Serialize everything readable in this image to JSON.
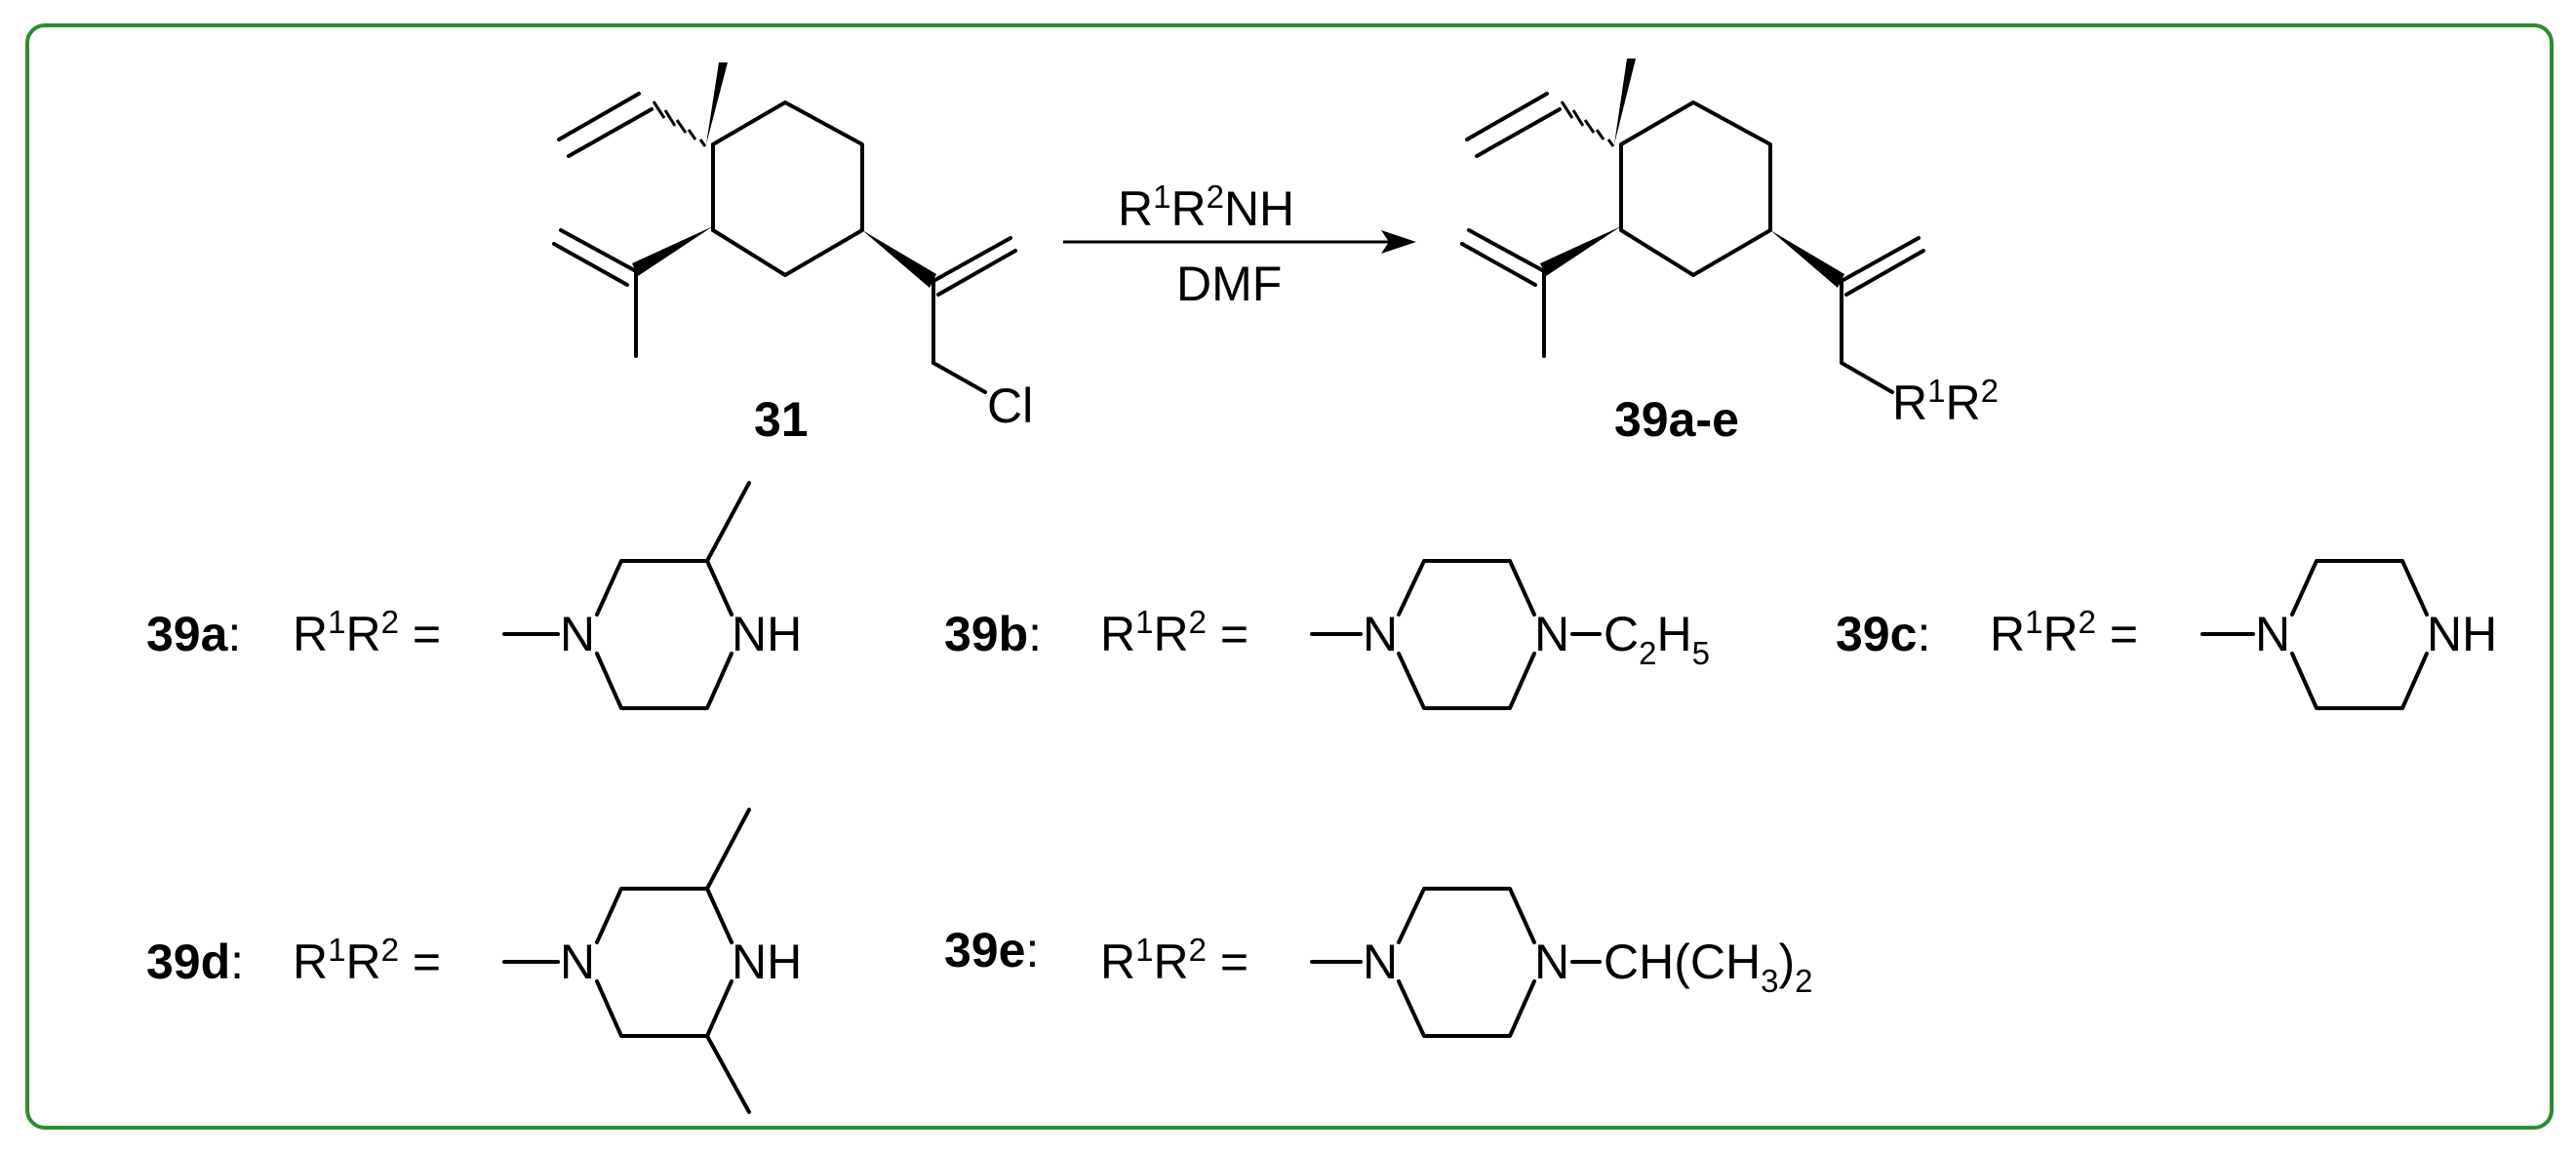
{
  "frame": {
    "border_color": "#2e8b2e"
  },
  "reaction": {
    "reagent_base": "R",
    "reagent_sup1": "1",
    "reagent_mid": "R",
    "reagent_sup2": "2",
    "reagent_tail": "NH",
    "solvent": "DMF",
    "reactant_label": "31",
    "reactant_group": "Cl",
    "product_label": "39a-e",
    "product_group_r": "R",
    "product_group_sup1": "1",
    "product_group_r2": "R",
    "product_group_sup2": "2"
  },
  "substituents": [
    {
      "id": "39a",
      "label": "39a",
      "left_r": "R",
      "sup1": "1",
      "mid_r": "R",
      "sup2": "2",
      "equals": " =",
      "n1": "N",
      "n2": "NH"
    },
    {
      "id": "39b",
      "label": "39b",
      "left_r": "R",
      "sup1": "1",
      "mid_r": "R",
      "sup2": "2",
      "equals": " =",
      "n1": "N",
      "n2": "N",
      "tail": "C",
      "tail_sub1": "2",
      "tail_mid": "H",
      "tail_sub2": "5"
    },
    {
      "id": "39c",
      "label": "39c",
      "left_r": "R",
      "sup1": "1",
      "mid_r": "R",
      "sup2": "2",
      "equals": " =",
      "n1": "N",
      "n2": "NH"
    },
    {
      "id": "39d",
      "label": "39d",
      "left_r": "R",
      "sup1": "1",
      "mid_r": "R",
      "sup2": "2",
      "equals": " =",
      "n1": "N",
      "n2": "NH"
    },
    {
      "id": "39e",
      "label": "39e",
      "left_r": "R",
      "sup1": "1",
      "mid_r": "R",
      "sup2": "2",
      "equals": " =",
      "n1": "N",
      "n2": "N",
      "tail": "CH(CH",
      "tail_sub1": "3",
      "tail_mid": ")",
      "tail_sub2": "2"
    }
  ],
  "colon": ":"
}
